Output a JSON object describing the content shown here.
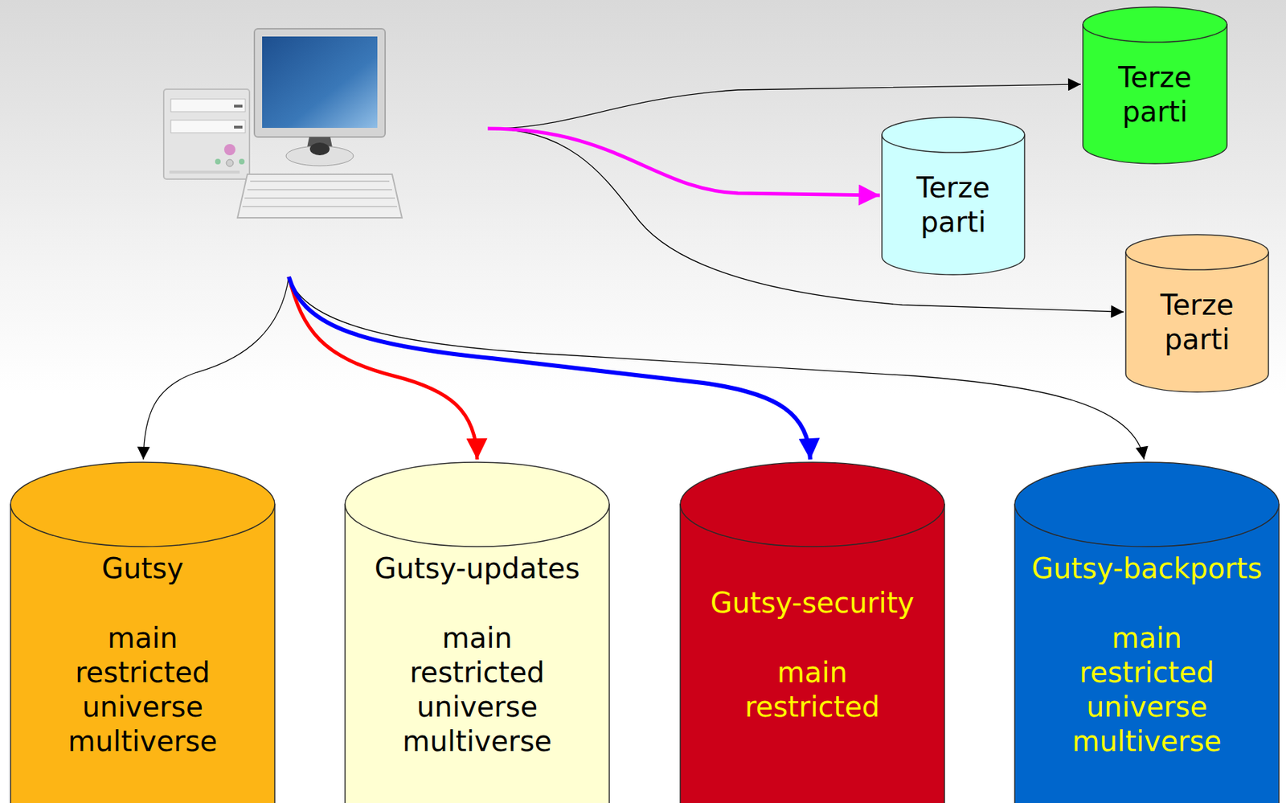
{
  "diagram": {
    "nodes": [
      {
        "text": [
          "Terze parti"
        ]
      },
      {
        "text": [
          "Terze parti"
        ]
      },
      {
        "text": [
          "Terze parti"
        ]
      },
      {
        "text": [
          "Gutsy",
          "main restricted universe multiverse"
        ]
      },
      {
        "text": [
          "Gutsy-updates",
          "main restricted universe multiverse"
        ]
      },
      {
        "text": [
          "Gutsy-security",
          "main restricted"
        ]
      },
      {
        "text": [
          "Gutsy-backports",
          "main restricted universe multiverse"
        ]
      }
    ]
  }
}
